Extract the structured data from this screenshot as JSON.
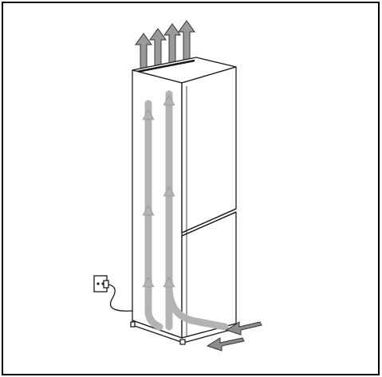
{
  "figure": {
    "subject": "fridge-freezer",
    "icons": [
      "wall-socket-icon",
      "power-cord-icon",
      "airflow-exhaust-arrows",
      "airflow-inlet-arrows",
      "internal-airflow-path-arrows"
    ],
    "colors": {
      "frame": "#000000",
      "line_art": "#1a1a1a",
      "appliance_fill": "#ffffff",
      "airflow_arrow": "#a9a9a9",
      "airflow_arrow_dark": "#7a7a7a",
      "background": "#ffffff"
    }
  }
}
